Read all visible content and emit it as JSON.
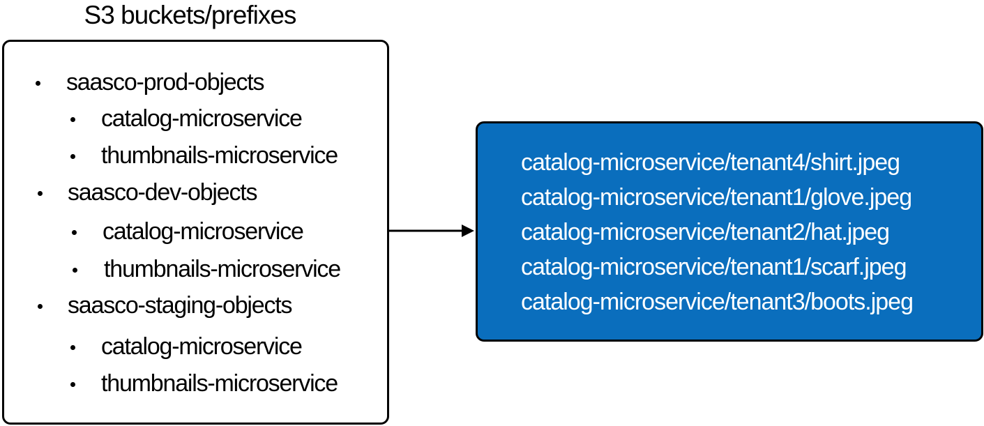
{
  "title": "S3 buckets/prefixes",
  "buckets": [
    {
      "name": "saasco-prod-objects",
      "prefixes": [
        "catalog-microservice",
        "thumbnails-microservice"
      ]
    },
    {
      "name": "saasco-dev-objects",
      "prefixes": [
        "catalog-microservice",
        "thumbnails-microservice"
      ]
    },
    {
      "name": "saasco-staging-objects",
      "prefixes": [
        "catalog-microservice",
        "thumbnails-microservice"
      ]
    }
  ],
  "objects": [
    "catalog-microservice/tenant4/shirt.jpeg",
    "catalog-microservice/tenant1/glove.jpeg",
    "catalog-microservice/tenant2/hat.jpeg",
    "catalog-microservice/tenant1/scarf.jpeg",
    "catalog-microservice/tenant3/boots.jpeg"
  ],
  "colors": {
    "object_box_fill": "#0a6ebd",
    "object_text": "#ffffff",
    "border": "#000000"
  }
}
